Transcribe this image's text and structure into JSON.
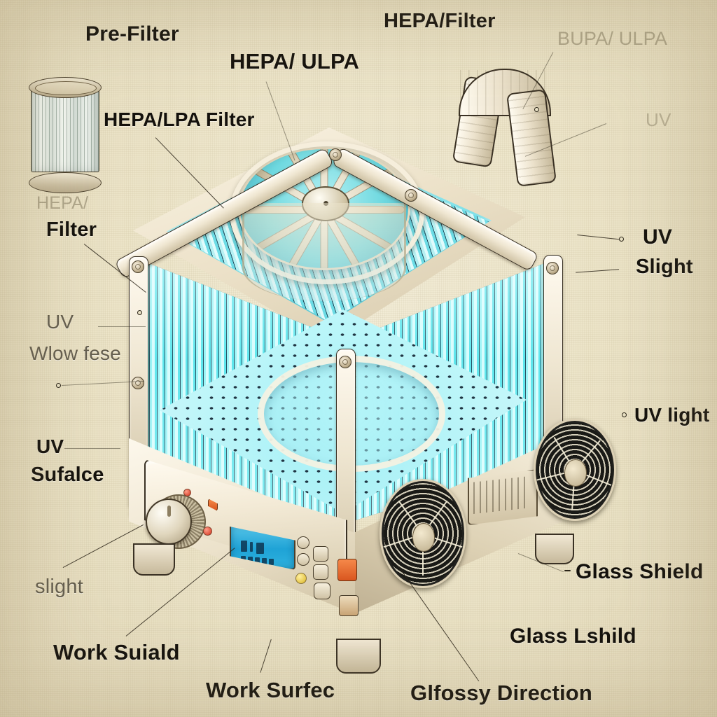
{
  "figure": {
    "title": "Labeled cutaway illustration of a UV / HEPA air-purifying biosafety cabinet",
    "background_color": "#ece4c9",
    "ink_color": "#14110c",
    "uv_glow_color": "#7fe8ee",
    "accent_color": "#d9561f"
  },
  "labels": [
    {
      "id": "pre-filter",
      "text": "Pre-Filter",
      "style": "bold"
    },
    {
      "id": "hepa-ulpa",
      "text": "HEPA/ ULPA",
      "style": "bold"
    },
    {
      "id": "hepa-filter-top",
      "text": "HEPA/Filter",
      "style": "bold"
    },
    {
      "id": "bupa-ulpa",
      "text": "BUPA/ ULPA",
      "style": "faint"
    },
    {
      "id": "uv-top-right",
      "text": "UV",
      "style": "faint"
    },
    {
      "id": "hepa-lpa-filter",
      "text": "HEPA/LPA Filter",
      "style": "bold"
    },
    {
      "id": "hepa-faint",
      "text": "HEPA/",
      "style": "faint"
    },
    {
      "id": "filter-left",
      "text": "Filter",
      "style": "bold"
    },
    {
      "id": "uv-left",
      "text": "UV",
      "style": "semi"
    },
    {
      "id": "wlow-fese",
      "text": "Wlow fese",
      "style": "semi"
    },
    {
      "id": "uv-slight",
      "text": "UV",
      "style": "bold"
    },
    {
      "id": "slight",
      "text": "Slight",
      "style": "bold"
    },
    {
      "id": "uv-light",
      "text": "UV light",
      "style": "bold"
    },
    {
      "id": "uv-sufalce-1",
      "text": "UV",
      "style": "bold"
    },
    {
      "id": "uv-sufalce-2",
      "text": "Sufalce",
      "style": "bold"
    },
    {
      "id": "slight-lower",
      "text": "slight",
      "style": "semi"
    },
    {
      "id": "work-suiald",
      "text": "Work Suiald",
      "style": "bold"
    },
    {
      "id": "work-surfec",
      "text": "Work Surfec",
      "style": "bold"
    },
    {
      "id": "glass-shield",
      "text": "Glass Shield",
      "style": "bold"
    },
    {
      "id": "glass-lshild",
      "text": "Glass Lshild",
      "style": "bold"
    },
    {
      "id": "glfossy-direction",
      "text": "Glfossy Direction",
      "style": "bold"
    }
  ],
  "components": {
    "pre_filter_cartridge": "cylindrical pleated pre-filter cartridge",
    "top_blower_fan": "12-blade radial blower fan on cabinet top",
    "exhaust_duct": "U-bend exhaust duct elbow",
    "hepa_panel_left": "pleated HEPA media glowing under UV, left wall",
    "hepa_panel_right": "pleated HEPA media glowing under UV, right wall",
    "work_surface": "perforated stainless work deck with circular recess",
    "glass_shield": "transparent glass sash enclosing the work chamber",
    "control_panel": "front control panel with rotary knob, LCD and buttons",
    "side_fan_right": "circular exhaust fan, right side panel",
    "front_fan": "circular exhaust fan, front panel",
    "cabinet_feet": "four cylindrical support feet"
  },
  "control_panel": {
    "knob_label": "speed-control-knob",
    "display_label": "status-lcd",
    "display_text": "",
    "buttons": [
      "mode-button",
      "set-button",
      "up-button",
      "down-button",
      "power-button",
      "lamp-button"
    ],
    "indicators": [
      "power-led-red",
      "alarm-led-red",
      "standby-led-yellow"
    ]
  }
}
